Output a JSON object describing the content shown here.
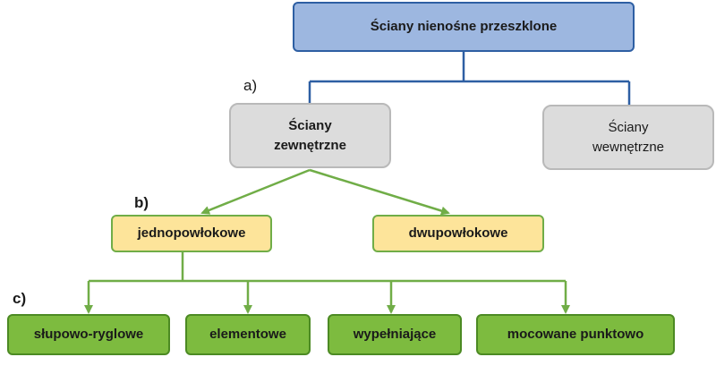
{
  "root": {
    "label": "Ściany nienośne przeszklone"
  },
  "level1": {
    "marker": "a)",
    "external": {
      "line1": "Ściany",
      "line2": "zewnętrzne"
    },
    "internal": {
      "line1": "Ściany",
      "line2": "wewnętrzne"
    }
  },
  "level2": {
    "marker": "b)",
    "items": [
      {
        "label": "jednopowłokowe"
      },
      {
        "label": "dwupowłokowe"
      }
    ]
  },
  "level3": {
    "marker": "c)",
    "items": [
      {
        "label": "słupowo-ryglowe"
      },
      {
        "label": "elementowe"
      },
      {
        "label": "wypełniające"
      },
      {
        "label": "mocowane punktowo"
      }
    ]
  },
  "colors": {
    "blue_connector": "#2e5fa3",
    "green_connector": "#70ad47"
  }
}
